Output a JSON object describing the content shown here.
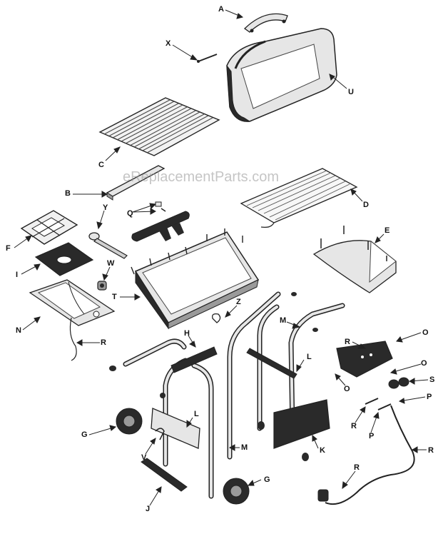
{
  "watermark": "eReplacementParts.com",
  "labels": {
    "A": "A",
    "X": "X",
    "U": "U",
    "C": "C",
    "B": "B",
    "D": "D",
    "Y": "Y",
    "Q": "Q",
    "F": "F",
    "E": "E",
    "I": "I",
    "W": "W",
    "T": "T",
    "N": "N",
    "R": "R",
    "Z": "Z",
    "M": "M",
    "O": "O",
    "H": "H",
    "L": "L",
    "S": "S",
    "P": "P",
    "G": "G",
    "K": "K",
    "V": "V",
    "J": "J"
  },
  "colors": {
    "line": "#222222",
    "part_fill": "#e6e6e6",
    "dark_fill": "#2a2a2a",
    "mid_fill": "#9a9a9a"
  }
}
